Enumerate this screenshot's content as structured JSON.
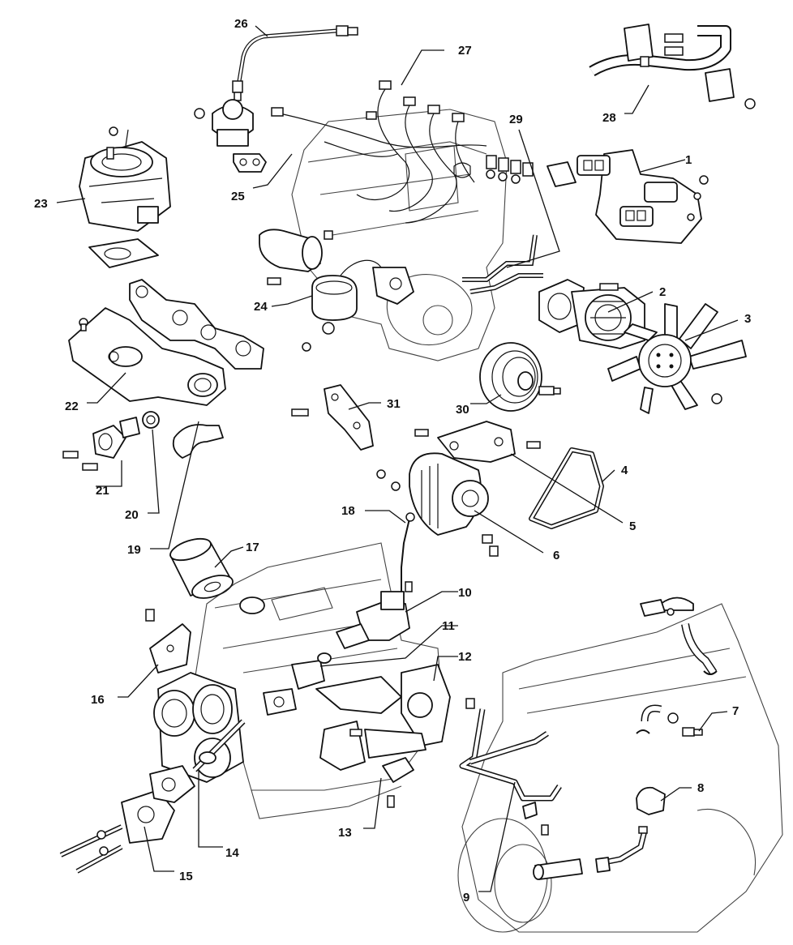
{
  "callouts": [
    {
      "id": "1",
      "label": "1"
    },
    {
      "id": "2",
      "label": "2"
    },
    {
      "id": "3",
      "label": "3"
    },
    {
      "id": "4",
      "label": "4"
    },
    {
      "id": "5",
      "label": "5"
    },
    {
      "id": "6",
      "label": "6"
    },
    {
      "id": "7",
      "label": "7"
    },
    {
      "id": "8",
      "label": "8"
    },
    {
      "id": "9",
      "label": "9"
    },
    {
      "id": "10",
      "label": "10"
    },
    {
      "id": "11",
      "label": "11"
    },
    {
      "id": "12",
      "label": "12"
    },
    {
      "id": "13",
      "label": "13"
    },
    {
      "id": "14",
      "label": "14"
    },
    {
      "id": "15",
      "label": "15"
    },
    {
      "id": "16",
      "label": "16"
    },
    {
      "id": "17",
      "label": "17"
    },
    {
      "id": "18",
      "label": "18"
    },
    {
      "id": "19",
      "label": "19"
    },
    {
      "id": "20",
      "label": "20"
    },
    {
      "id": "21",
      "label": "21"
    },
    {
      "id": "22",
      "label": "22"
    },
    {
      "id": "23",
      "label": "23"
    },
    {
      "id": "24",
      "label": "24"
    },
    {
      "id": "25",
      "label": "25"
    },
    {
      "id": "26",
      "label": "26"
    },
    {
      "id": "27",
      "label": "27"
    },
    {
      "id": "28",
      "label": "28"
    },
    {
      "id": "29",
      "label": "29"
    },
    {
      "id": "30",
      "label": "30"
    },
    {
      "id": "31",
      "label": "31"
    }
  ]
}
